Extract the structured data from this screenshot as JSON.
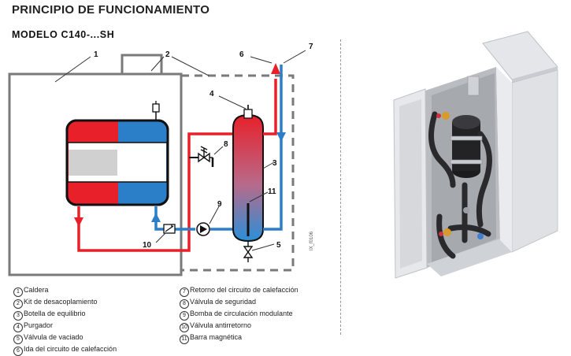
{
  "header": {
    "title": "PRINCIPIO DE FUNCIONAMIENTO",
    "model": "MODELO C140-...SH"
  },
  "callouts": [
    "1",
    "2",
    "4",
    "6",
    "7",
    "8",
    "3",
    "11",
    "9",
    "5",
    "10"
  ],
  "legend_left": [
    {
      "num": "1",
      "text": "Caldera"
    },
    {
      "num": "2",
      "text": "Kit de desacoplamiento"
    },
    {
      "num": "3",
      "text": "Botella de equilibrio"
    },
    {
      "num": "4",
      "text": "Purgador"
    },
    {
      "num": "5",
      "text": "Válvula de vaciado"
    },
    {
      "num": "6",
      "text": "Ida del circuito de calefacción"
    }
  ],
  "legend_right": [
    {
      "num": "7",
      "text": "Retorno del circuito de calefacción"
    },
    {
      "num": "8",
      "text": "Válvula de seguridad"
    },
    {
      "num": "9",
      "text": "Bomba de circulación modulante"
    },
    {
      "num": "10",
      "text": "Válvula antirretorno"
    },
    {
      "num": "11",
      "text": "Barra magnética"
    }
  ],
  "doc_code": "IX_f0106",
  "colors": {
    "hot": "#e8202a",
    "cold": "#2a7fc8",
    "frame": "#7a7a7a",
    "dashed": "#7a7a7a"
  }
}
